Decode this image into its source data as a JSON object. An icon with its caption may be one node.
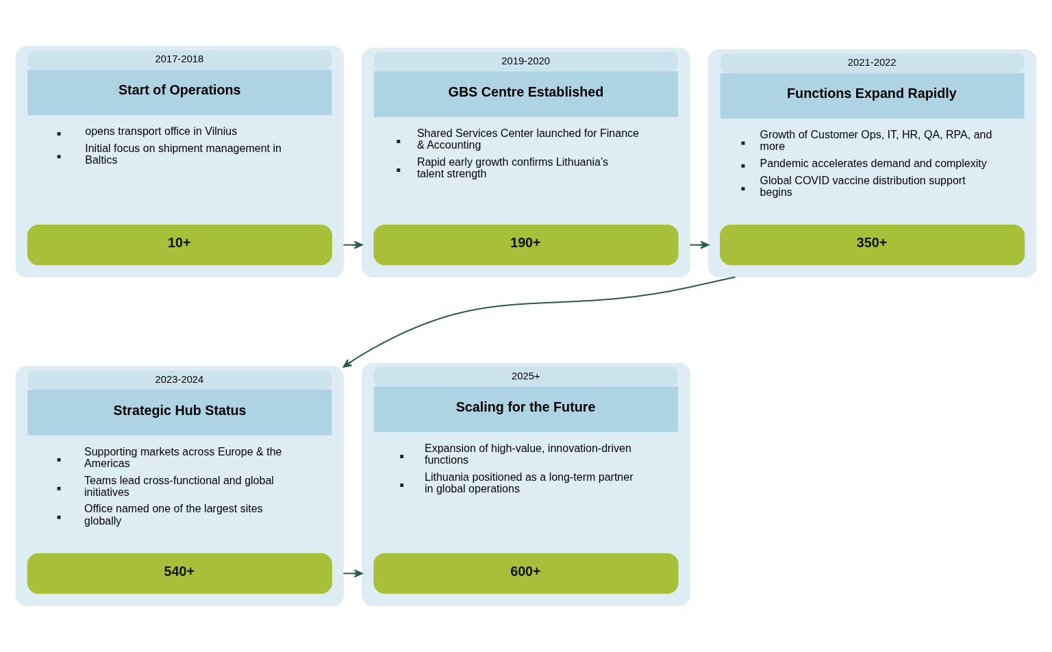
{
  "diagram": {
    "nodes": [
      {
        "text": [
          "2017-2018",
          "Start of Operations",
          "opens transport office in Vilnius",
          "Initial focus on shipment management in Baltics"
        ]
      },
      {
        "text": [
          "10+"
        ],
        "in": 0
      },
      {
        "text": [
          "2019-2020",
          "GBS Centre Established",
          "Shared Services Center launched for Finance & Accounting",
          "Rapid early growth confirms Lithuania’s talent strength"
        ]
      },
      {
        "text": [
          "190+"
        ],
        "in": 2
      },
      {
        "text": [
          "2021-2022",
          "Functions Expand Rapidly",
          "Growth of Customer Ops, IT, HR, QA, RPA, and more",
          "Pandemic accelerates demand and complexity",
          "Global COVID vaccine distribution support begins"
        ]
      },
      {
        "text": [
          "350+"
        ],
        "in": 4
      },
      {
        "text": [
          "2023-2024",
          "Strategic Hub Status",
          "Supporting markets across Europe & the Americas",
          "Teams lead cross-functional and global initiatives",
          "Office named one of the largest sites globally"
        ]
      },
      {
        "text": [
          "540+"
        ],
        "in": 6
      },
      {
        "text": [
          "2025+",
          "Scaling for the Future",
          "Expansion of high-value, innovation-driven functions",
          "Lithuania positioned as a long-term partner in global operations"
        ]
      },
      {
        "text": [
          "600+"
        ],
        "in": 8
      }
    ],
    "edges": [
      {
        "from": 0,
        "to": 2,
        "arrow": "to"
      },
      {
        "from": 2,
        "to": 4,
        "arrow": "to"
      },
      {
        "from": 4,
        "to": 6,
        "arrow": "to"
      },
      {
        "from": 6,
        "to": 8,
        "arrow": "to"
      }
    ]
  }
}
